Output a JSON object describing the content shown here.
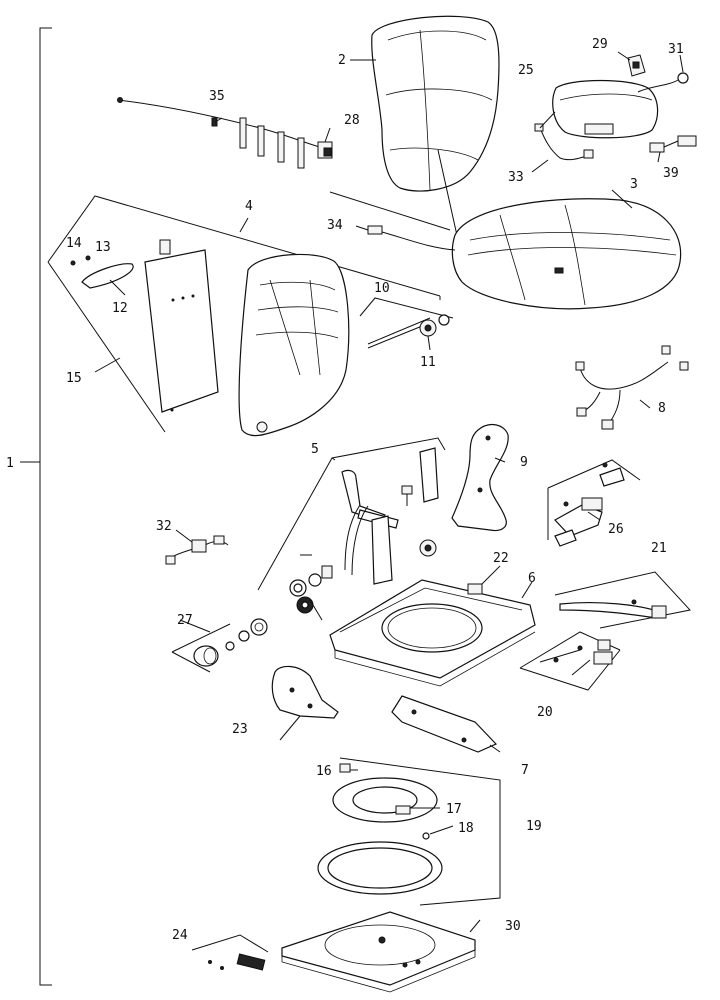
{
  "diagram": {
    "callouts": {
      "c1": "1",
      "c2": "2",
      "c3": "3",
      "c4": "4",
      "c5": "5",
      "c6": "6",
      "c7": "7",
      "c8": "8",
      "c9": "9",
      "c10": "10",
      "c11": "11",
      "c12": "12",
      "c13": "13",
      "c14": "14",
      "c15": "15",
      "c16": "16",
      "c17": "17",
      "c18": "18",
      "c19": "19",
      "c20": "20",
      "c21": "21",
      "c22": "22",
      "c23": "23",
      "c24": "24",
      "c25": "25",
      "c26": "26",
      "c27": "27",
      "c28": "28",
      "c29": "29",
      "c30": "30",
      "c31": "31",
      "c32": "32",
      "c33": "33",
      "c34": "34",
      "c35": "35",
      "c39": "39"
    }
  }
}
